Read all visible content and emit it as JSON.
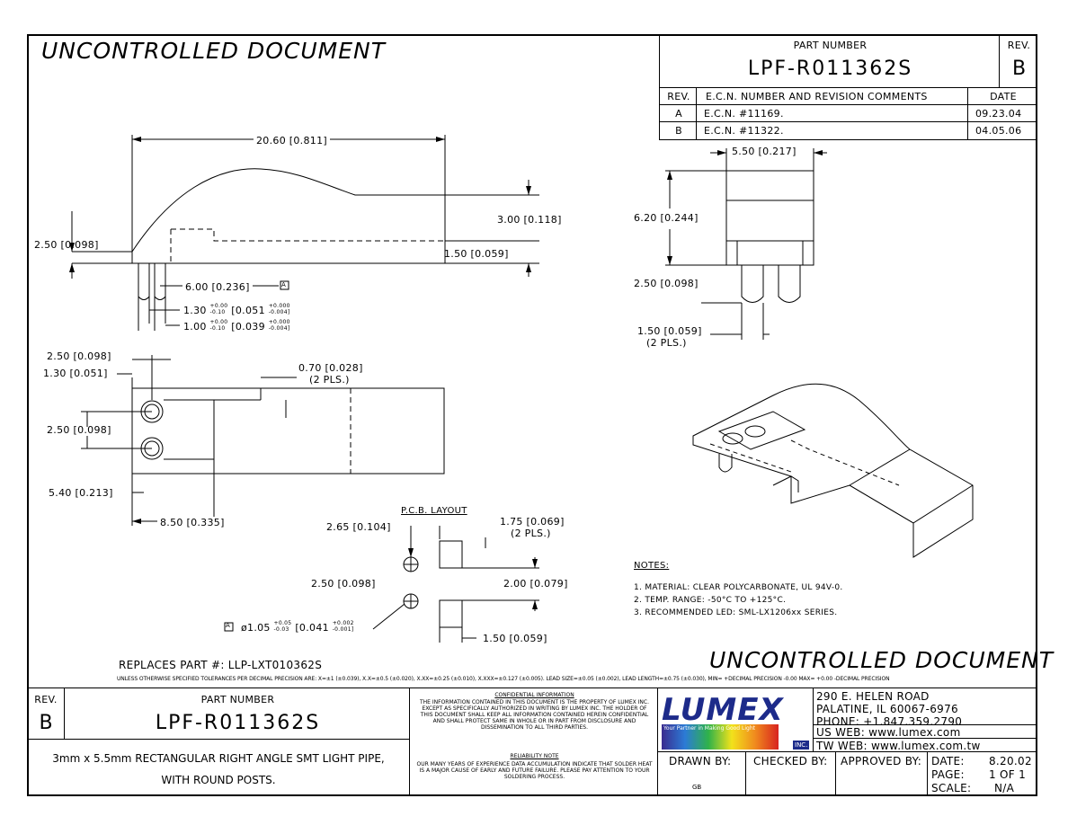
{
  "header": {
    "watermark_top": "UNCONTROLLED DOCUMENT",
    "part_number_label": "PART NUMBER",
    "part_number": "LPF-R011362S",
    "rev_label": "REV.",
    "rev": "B"
  },
  "revision_table": {
    "col_rev": "REV.",
    "col_ecn": "E.C.N. NUMBER AND REVISION COMMENTS",
    "col_date": "DATE",
    "rows": [
      {
        "rev": "A",
        "ecn": "E.C.N. #11169.",
        "date": "09.23.04"
      },
      {
        "rev": "B",
        "ecn": "E.C.N. #11322.",
        "date": "04.05.06"
      }
    ]
  },
  "dimensions": {
    "side_length": "20.60 [0.811]",
    "side_left_height": "2.50 [0.098]",
    "side_right_height": "3.00 [0.118]",
    "side_base": "1.50 [0.059]",
    "post_offset": "6.00 [0.236]",
    "post_datum": "A",
    "post_dia_1": "1.30",
    "post_dia_1_tol": "+0.00 -0.10",
    "post_dia_1_in": "[0.051",
    "post_dia_1_in_tol": "+0.000 -0.004]",
    "post_dia_2": "1.00",
    "post_dia_2_tol": "+0.00 -0.10",
    "post_dia_2_in": "[0.039",
    "post_dia_2_in_tol": "+0.000 -0.004]",
    "front_width": "5.50 [0.217]",
    "front_height": "6.20 [0.244]",
    "front_post_len": "2.50 [0.098]",
    "front_post_base": "1.50 [0.059]",
    "front_post_pls": "(2 PLS.)",
    "top_a": "2.50 [0.098]",
    "top_b": "1.30 [0.051]",
    "top_slot": "0.70 [0.028]",
    "top_slot_pls": "(2 PLS.)",
    "top_pitch": "2.50 [0.098]",
    "top_c": "5.40 [0.213]",
    "top_d": "8.50 [0.335]"
  },
  "pcb": {
    "title": "P.C.B. LAYOUT",
    "offset": "2.65 [0.104]",
    "pad_size": "1.75 [0.069]",
    "pad_pls": "(2 PLS.)",
    "pitch": "2.50 [0.098]",
    "pad_height": "2.00 [0.079]",
    "pad_width": "1.50 [0.059]",
    "hole_datum": "A",
    "hole_dia": "ø1.05",
    "hole_dia_tol": "+0.05 -0.03",
    "hole_dia_in": "[0.041",
    "hole_dia_in_tol": "+0.002 -0.001]"
  },
  "notes": {
    "title": "NOTES:",
    "items": [
      "1. MATERIAL: CLEAR POLYCARBONATE, UL 94V-0.",
      "2. TEMP. RANGE: -50°C TO +125°C.",
      "3. RECOMMENDED LED: SML-LX1206xx SERIES."
    ]
  },
  "footer": {
    "replaces": "REPLACES PART #: LLP-LXT010362S",
    "watermark_bottom": "UNCONTROLLED DOCUMENT",
    "tolerance_note": "UNLESS OTHERWISE SPECIFIED TOLERANCES PER DECIMAL PRECISION ARE: X=±1 (±0.039), X.X=±0.5 (±0.020), X.XX=±0.25 (±0.010), X.XXX=±0.127 (±0.005).  LEAD SIZE=±0.05 (±0.002), LEAD LENGTH=±0.75 (±0.030), MIN= +DECIMAL PRECISION -0.00  MAX= +0.00 -DECIMAL PRECISION"
  },
  "title_block": {
    "rev_label": "REV.",
    "rev": "B",
    "part_number_label": "PART NUMBER",
    "part_number": "LPF-R011362S",
    "description_1": "3mm x 5.5mm RECTANGULAR RIGHT ANGLE SMT LIGHT PIPE,",
    "description_2": "WITH ROUND POSTS.",
    "confidential_title": "CONFIDENTIAL INFORMATION",
    "confidential_text": "THE INFORMATION CONTAINED IN THIS DOCUMENT IS THE PROPERTY OF LUMEX INC. EXCEPT AS SPECIFICALLY AUTHORIZED IN WRITING BY LUMEX INC. THE HOLDER OF THIS DOCUMENT SHALL KEEP ALL INFORMATION CONTAINED HEREIN CONFIDENTIAL AND SHALL PROTECT SAME IN WHOLE OR IN PART FROM DISCLOSURE AND DISSEMINATION TO ALL THIRD PARTIES.",
    "reliability_title": "RELIABILITY NOTE",
    "reliability_text": "OUR MANY YEARS OF EXPERIENCE DATA ACCUMULATION INDICATE THAT SOLDER HEAT IS A MAJOR CAUSE OF EARLY AND FUTURE FAILURE. PLEASE PAY ATTENTION TO YOUR SOLDERING PROCESS.",
    "logo_text": "LUMEX",
    "logo_tagline": "Your Partner in Making Good Light",
    "logo_reg": "INC.",
    "address": "290 E. HELEN ROAD",
    "city": "PALATINE, IL  60067-6976",
    "phone": "PHONE: +1.847.359.2790",
    "us_web": "US WEB:  www.lumex.com",
    "tw_web": "TW WEB:  www.lumex.com.tw",
    "drawn_by_label": "DRAWN BY:",
    "drawn_by": "GB",
    "checked_by_label": "CHECKED BY:",
    "approved_by_label": "APPROVED BY:",
    "date_label": "DATE:",
    "date": "8.20.02",
    "page_label": "PAGE:",
    "page": "1 OF 1",
    "scale_label": "SCALE:",
    "scale": "N/A"
  }
}
